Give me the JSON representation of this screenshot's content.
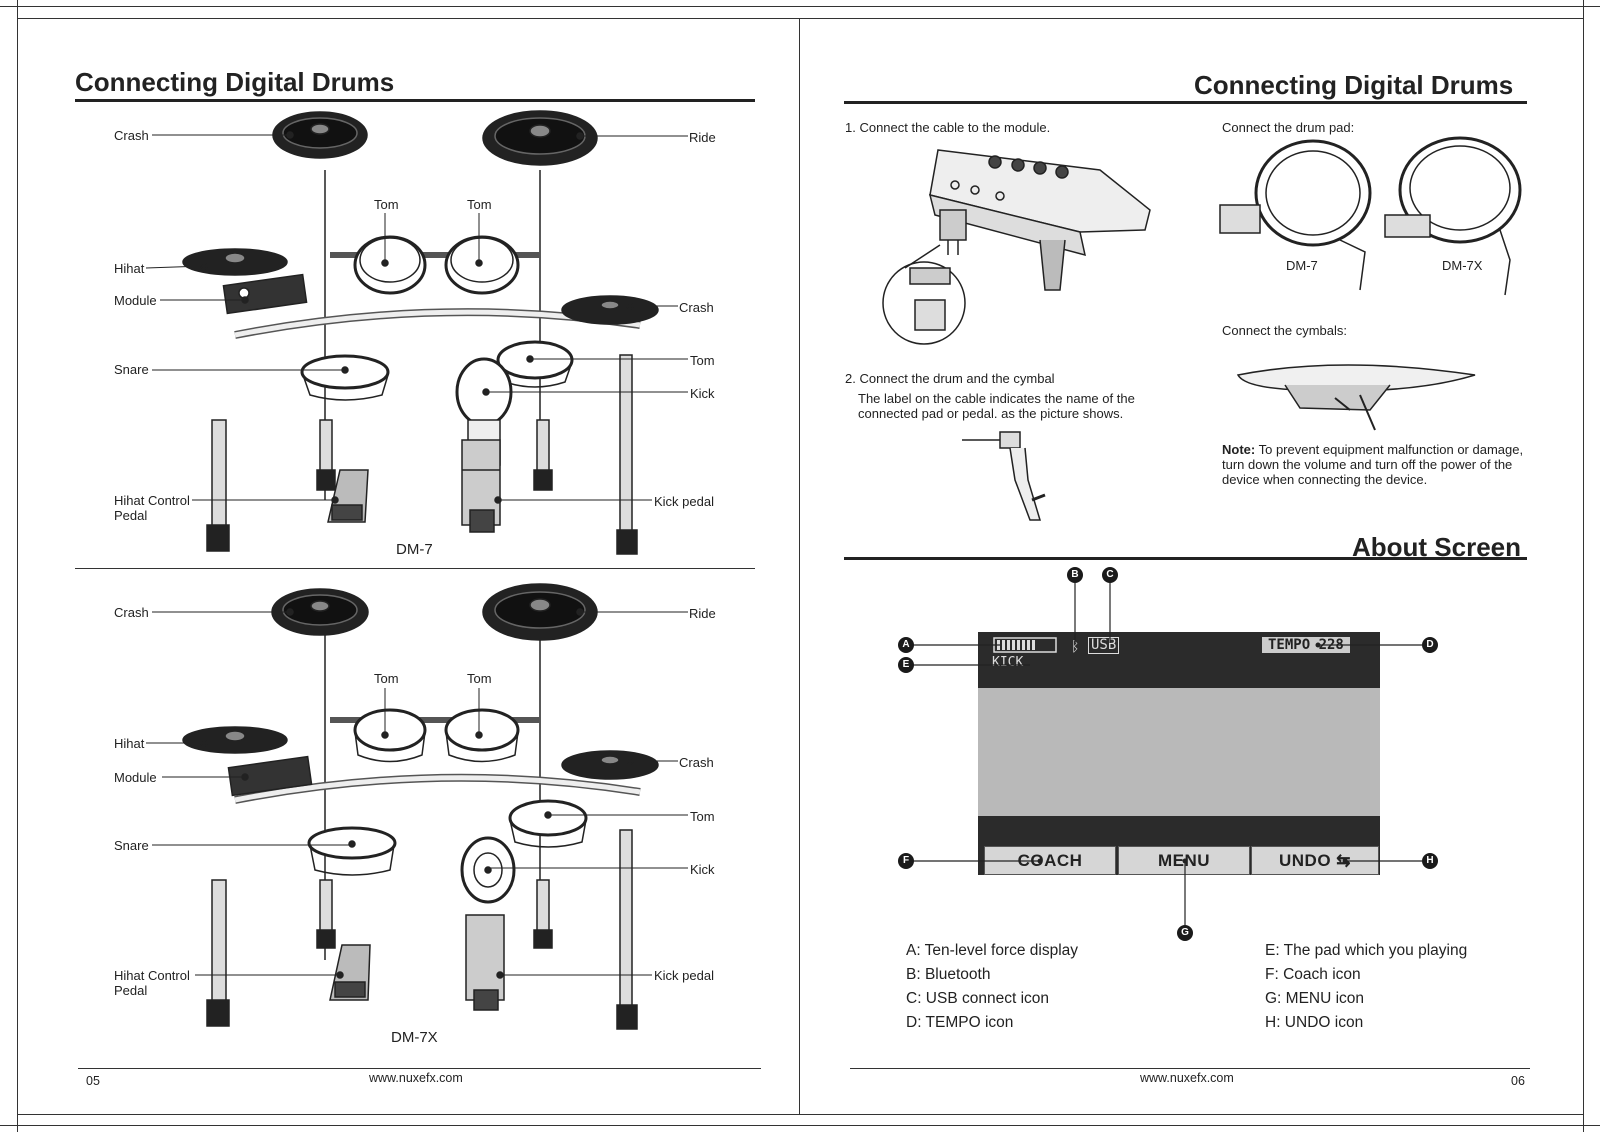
{
  "left_page": {
    "title": "Connecting Digital Drums",
    "kit1": {
      "name": "DM-7",
      "labels": {
        "crash": "Crash",
        "ride": "Ride",
        "tom1": "Tom",
        "tom2": "Tom",
        "hihat": "Hihat",
        "module": "Module",
        "crash2": "Crash",
        "snare": "Snare",
        "tom3": "Tom",
        "kick": "Kick",
        "hihat_control": "Hihat Control",
        "pedal": "Pedal",
        "kick_pedal": "Kick pedal"
      }
    },
    "kit2": {
      "name": "DM-7X",
      "labels": {
        "crash": "Crash",
        "ride": "Ride",
        "tom1": "Tom",
        "tom2": "Tom",
        "hihat": "Hihat",
        "module": "Module",
        "crash2": "Crash",
        "snare": "Snare",
        "tom3": "Tom",
        "kick": "Kick",
        "hihat_control": "Hihat Control",
        "pedal": "Pedal",
        "kick_pedal": "Kick pedal"
      }
    },
    "footer_url": "www.nuxefx.com",
    "page_number": "05"
  },
  "right_page": {
    "title": "Connecting Digital Drums",
    "step1": "1. Connect the cable to the module.",
    "step2_title": "2. Connect the drum and the cymbal",
    "step2_line1": "The label on the cable indicates the name of the",
    "step2_line2": "connected pad or pedal. as the picture shows.",
    "drum_pad": "Connect the drum pad:",
    "pad_a": "DM-7",
    "pad_b": "DM-7X",
    "cymbals": "Connect the cymbals:",
    "note_label": "Note:",
    "note_line1": " To prevent equipment malfunction or damage,",
    "note_line2": "turn down the volume and turn off the power of the",
    "note_line3": "device when connecting the device.",
    "about_title": "About Screen",
    "screen": {
      "usb": "USB",
      "tempo": "TEMPO  228",
      "pad": "KICK",
      "coach": "COACH",
      "menu": "MENU",
      "undo": "UNDO ⇆"
    },
    "markers": {
      "a": "A",
      "b": "B",
      "c": "C",
      "d": "D",
      "e": "E",
      "f": "F",
      "g": "G",
      "h": "H"
    },
    "legend_left": [
      "A: Ten-level force display",
      "B: Bluetooth",
      "C: USB connect icon",
      "D: TEMPO icon"
    ],
    "legend_right": [
      "E: The pad which you playing",
      "F: Coach icon",
      "G: MENU icon",
      "H: UNDO icon"
    ],
    "footer_url": "www.nuxefx.com",
    "page_number": "06"
  }
}
